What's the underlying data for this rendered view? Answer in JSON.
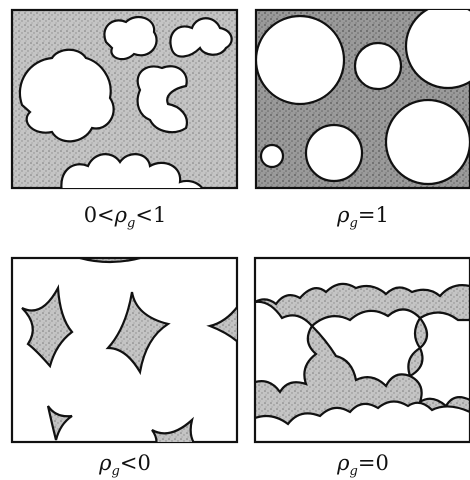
{
  "panels": [
    {
      "id": "top-left",
      "caption": {
        "lhs": "0<",
        "sym": "ρ",
        "sub": "g",
        "rhs": "<1"
      }
    },
    {
      "id": "top-right",
      "caption": {
        "lhs": "",
        "sym": "ρ",
        "sub": "g",
        "rhs": "=1"
      }
    },
    {
      "id": "bottom-left",
      "caption": {
        "lhs": "",
        "sym": "ρ",
        "sub": "g",
        "rhs": "<0"
      }
    },
    {
      "id": "bottom-right",
      "caption": {
        "lhs": "",
        "sym": "ρ",
        "sub": "g",
        "rhs": "=0"
      }
    }
  ],
  "colors": {
    "ink": "#111111",
    "paper": "#ffffff",
    "grain": "#8a8a8a"
  }
}
